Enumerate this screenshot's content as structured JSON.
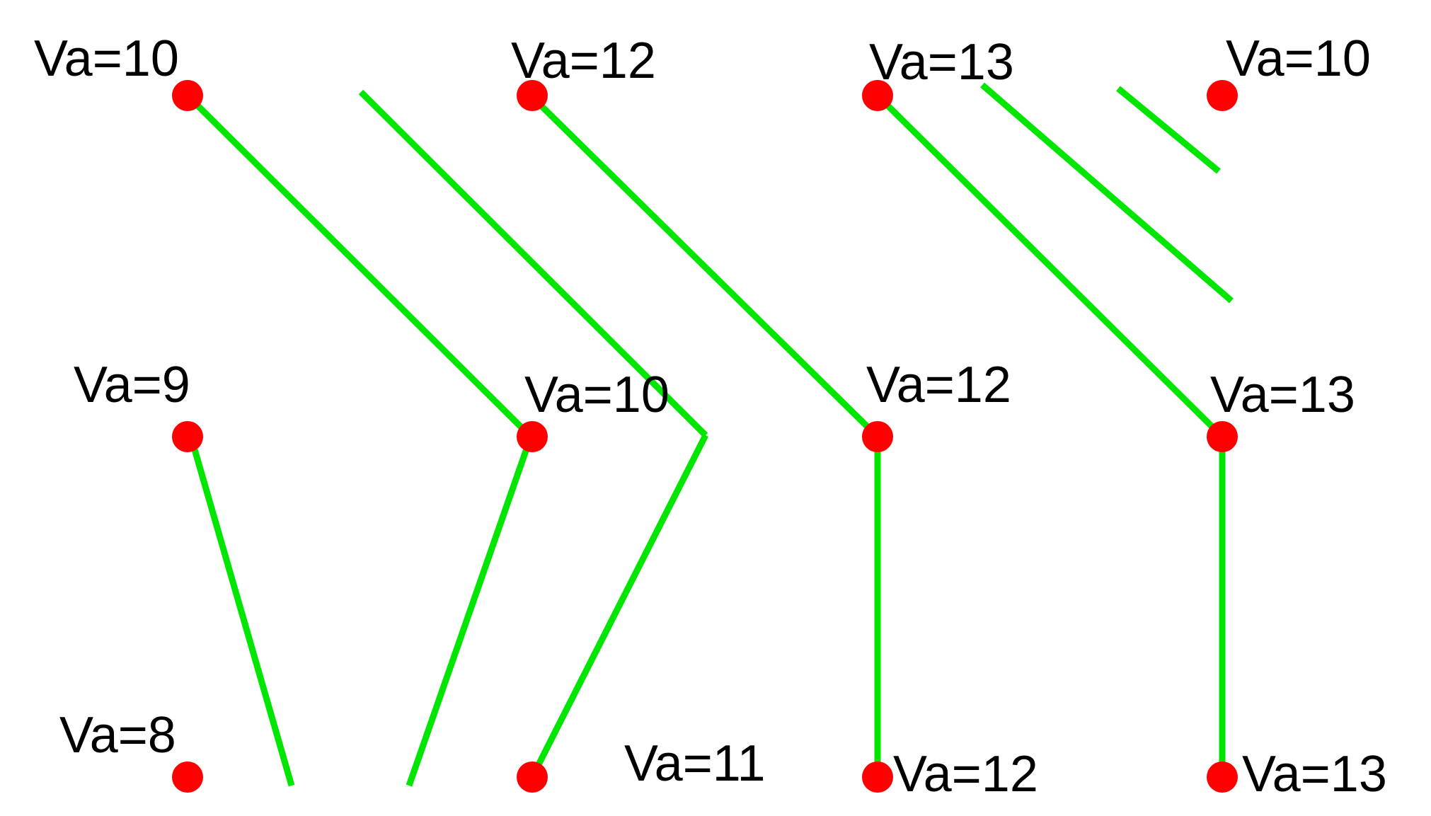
{
  "nodes": [
    {
      "id": "r1c1",
      "label": "Va=10"
    },
    {
      "id": "r1c2",
      "label": "Va=12"
    },
    {
      "id": "r1c3",
      "label": "Va=13"
    },
    {
      "id": "r1c4",
      "label": "Va=10"
    },
    {
      "id": "r2c1",
      "label": "Va=9"
    },
    {
      "id": "r2c2",
      "label": "Va=10"
    },
    {
      "id": "r2c3",
      "label": "Va=12"
    },
    {
      "id": "r2c4",
      "label": "Va=13"
    },
    {
      "id": "r3c1",
      "label": "Va=8"
    },
    {
      "id": "r3c2",
      "label": ""
    },
    {
      "id": "r3c3",
      "label": "Va=12"
    },
    {
      "id": "r3c4",
      "label": "Va=13"
    }
  ],
  "floating_labels": [
    {
      "id": "free1",
      "label": "Va=11"
    }
  ],
  "colors": {
    "node": "#ff0000",
    "path": "#00e600",
    "label": "#000000",
    "background": "#ffffff"
  }
}
